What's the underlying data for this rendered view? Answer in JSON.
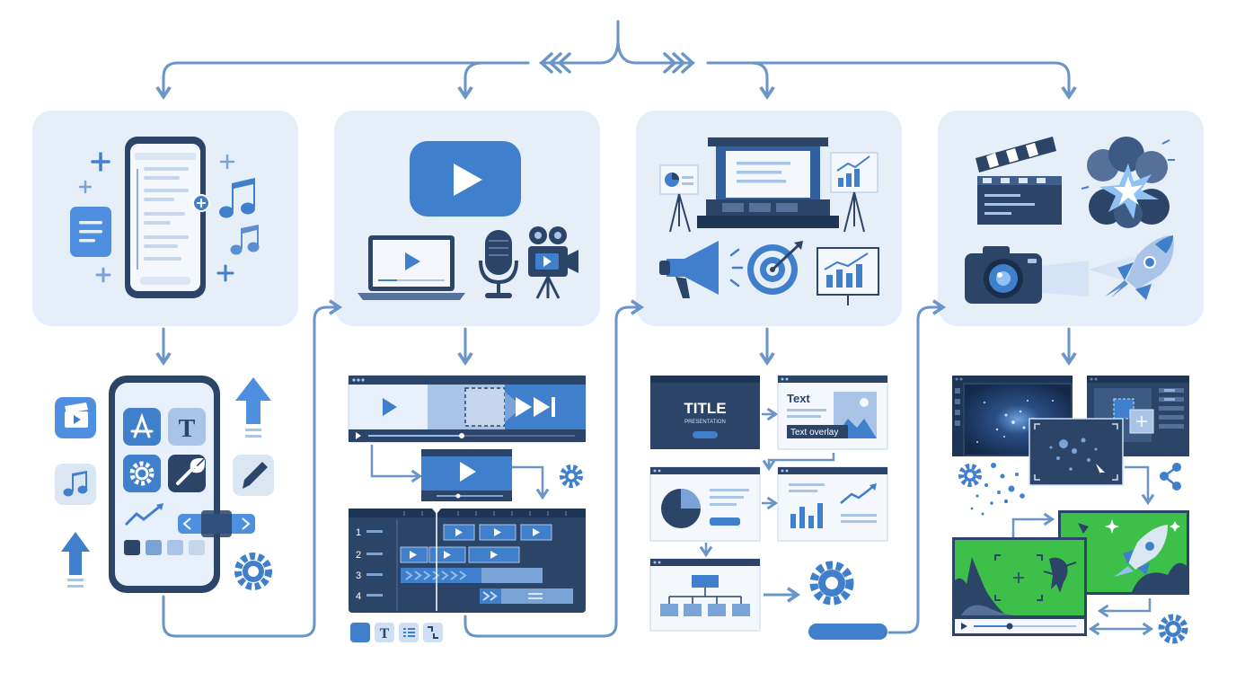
{
  "colors": {
    "panel": "#e6eef8",
    "navy": "#263e63",
    "blue": "#3f7fcb",
    "mid": "#5b8fd0",
    "light": "#a9c4e6",
    "pale": "#dbe6f3",
    "arrow": "#6a95c8",
    "green": "#3cc04a"
  },
  "stages": [
    {
      "name": "mobile-apps",
      "icons": [
        "phone-icon",
        "document-icon",
        "music-note-icon",
        "plus-icon"
      ]
    },
    {
      "name": "video-media",
      "icons": [
        "play-button-icon",
        "laptop-icon",
        "microphone-icon",
        "video-camera-icon"
      ]
    },
    {
      "name": "presentations-marketing",
      "icons": [
        "presentation-stage-icon",
        "pie-chart-easel-icon",
        "growth-chart-easel-icon",
        "megaphone-icon",
        "target-icon",
        "bar-chart-board-icon"
      ]
    },
    {
      "name": "film-vfx",
      "icons": [
        "clapperboard-icon",
        "explosion-icon",
        "camera-icon",
        "rocket-icon"
      ]
    }
  ],
  "presentation": {
    "title_slide_title": "TITLE",
    "title_slide_subtitle": "PRESENTATION",
    "text_slide_heading": "Text",
    "text_overlay_label": "Text overlay"
  },
  "timeline": {
    "track_numbers": [
      "1",
      "2",
      "3",
      "4"
    ]
  }
}
